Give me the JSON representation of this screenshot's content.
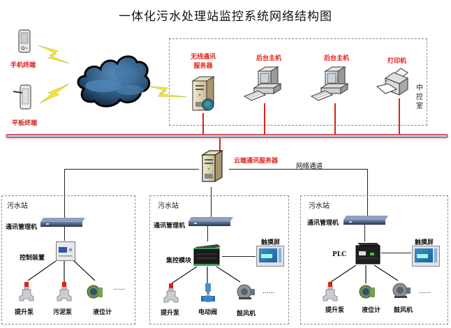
{
  "title": "一体化污水处理站监控系统网络结构图",
  "mobile": {
    "phone_label": "手机终端",
    "tablet_label": "平板终端"
  },
  "control_room": {
    "label": "中控室",
    "devices": [
      {
        "label": "无线通讯服务器",
        "label_line1": "无线通讯",
        "label_line2": "服务器",
        "type": "server"
      },
      {
        "label": "后台主机",
        "type": "pc"
      },
      {
        "label": "后台主机",
        "type": "pc"
      },
      {
        "label": "打印机",
        "type": "printer"
      }
    ]
  },
  "cloud_server": {
    "label": "云端通讯服务器",
    "network_label": "网络通道"
  },
  "colors": {
    "bus": "#e0201a",
    "bus_fill": "#aeb6d6",
    "label_red": "#e0201a"
  },
  "stations": [
    {
      "label": "污水站",
      "comm_manager": "通讯管理机",
      "controller": "控制装置",
      "devices": [
        "提升泵",
        "污泥泵",
        "液位计"
      ],
      "more": "......"
    },
    {
      "label": "污水站",
      "comm_manager": "通讯管理机",
      "controller": "集控模块",
      "touchscreen": "触摸屏",
      "devices": [
        "提升泵",
        "电动阀",
        "鼓风机"
      ],
      "more": "......"
    },
    {
      "label": "污水站",
      "comm_manager": "通讯管理机",
      "controller": "PLC",
      "touchscreen": "触摸屏",
      "devices": [
        "提升泵",
        "液位计",
        "鼓风机"
      ],
      "more": "......"
    }
  ]
}
